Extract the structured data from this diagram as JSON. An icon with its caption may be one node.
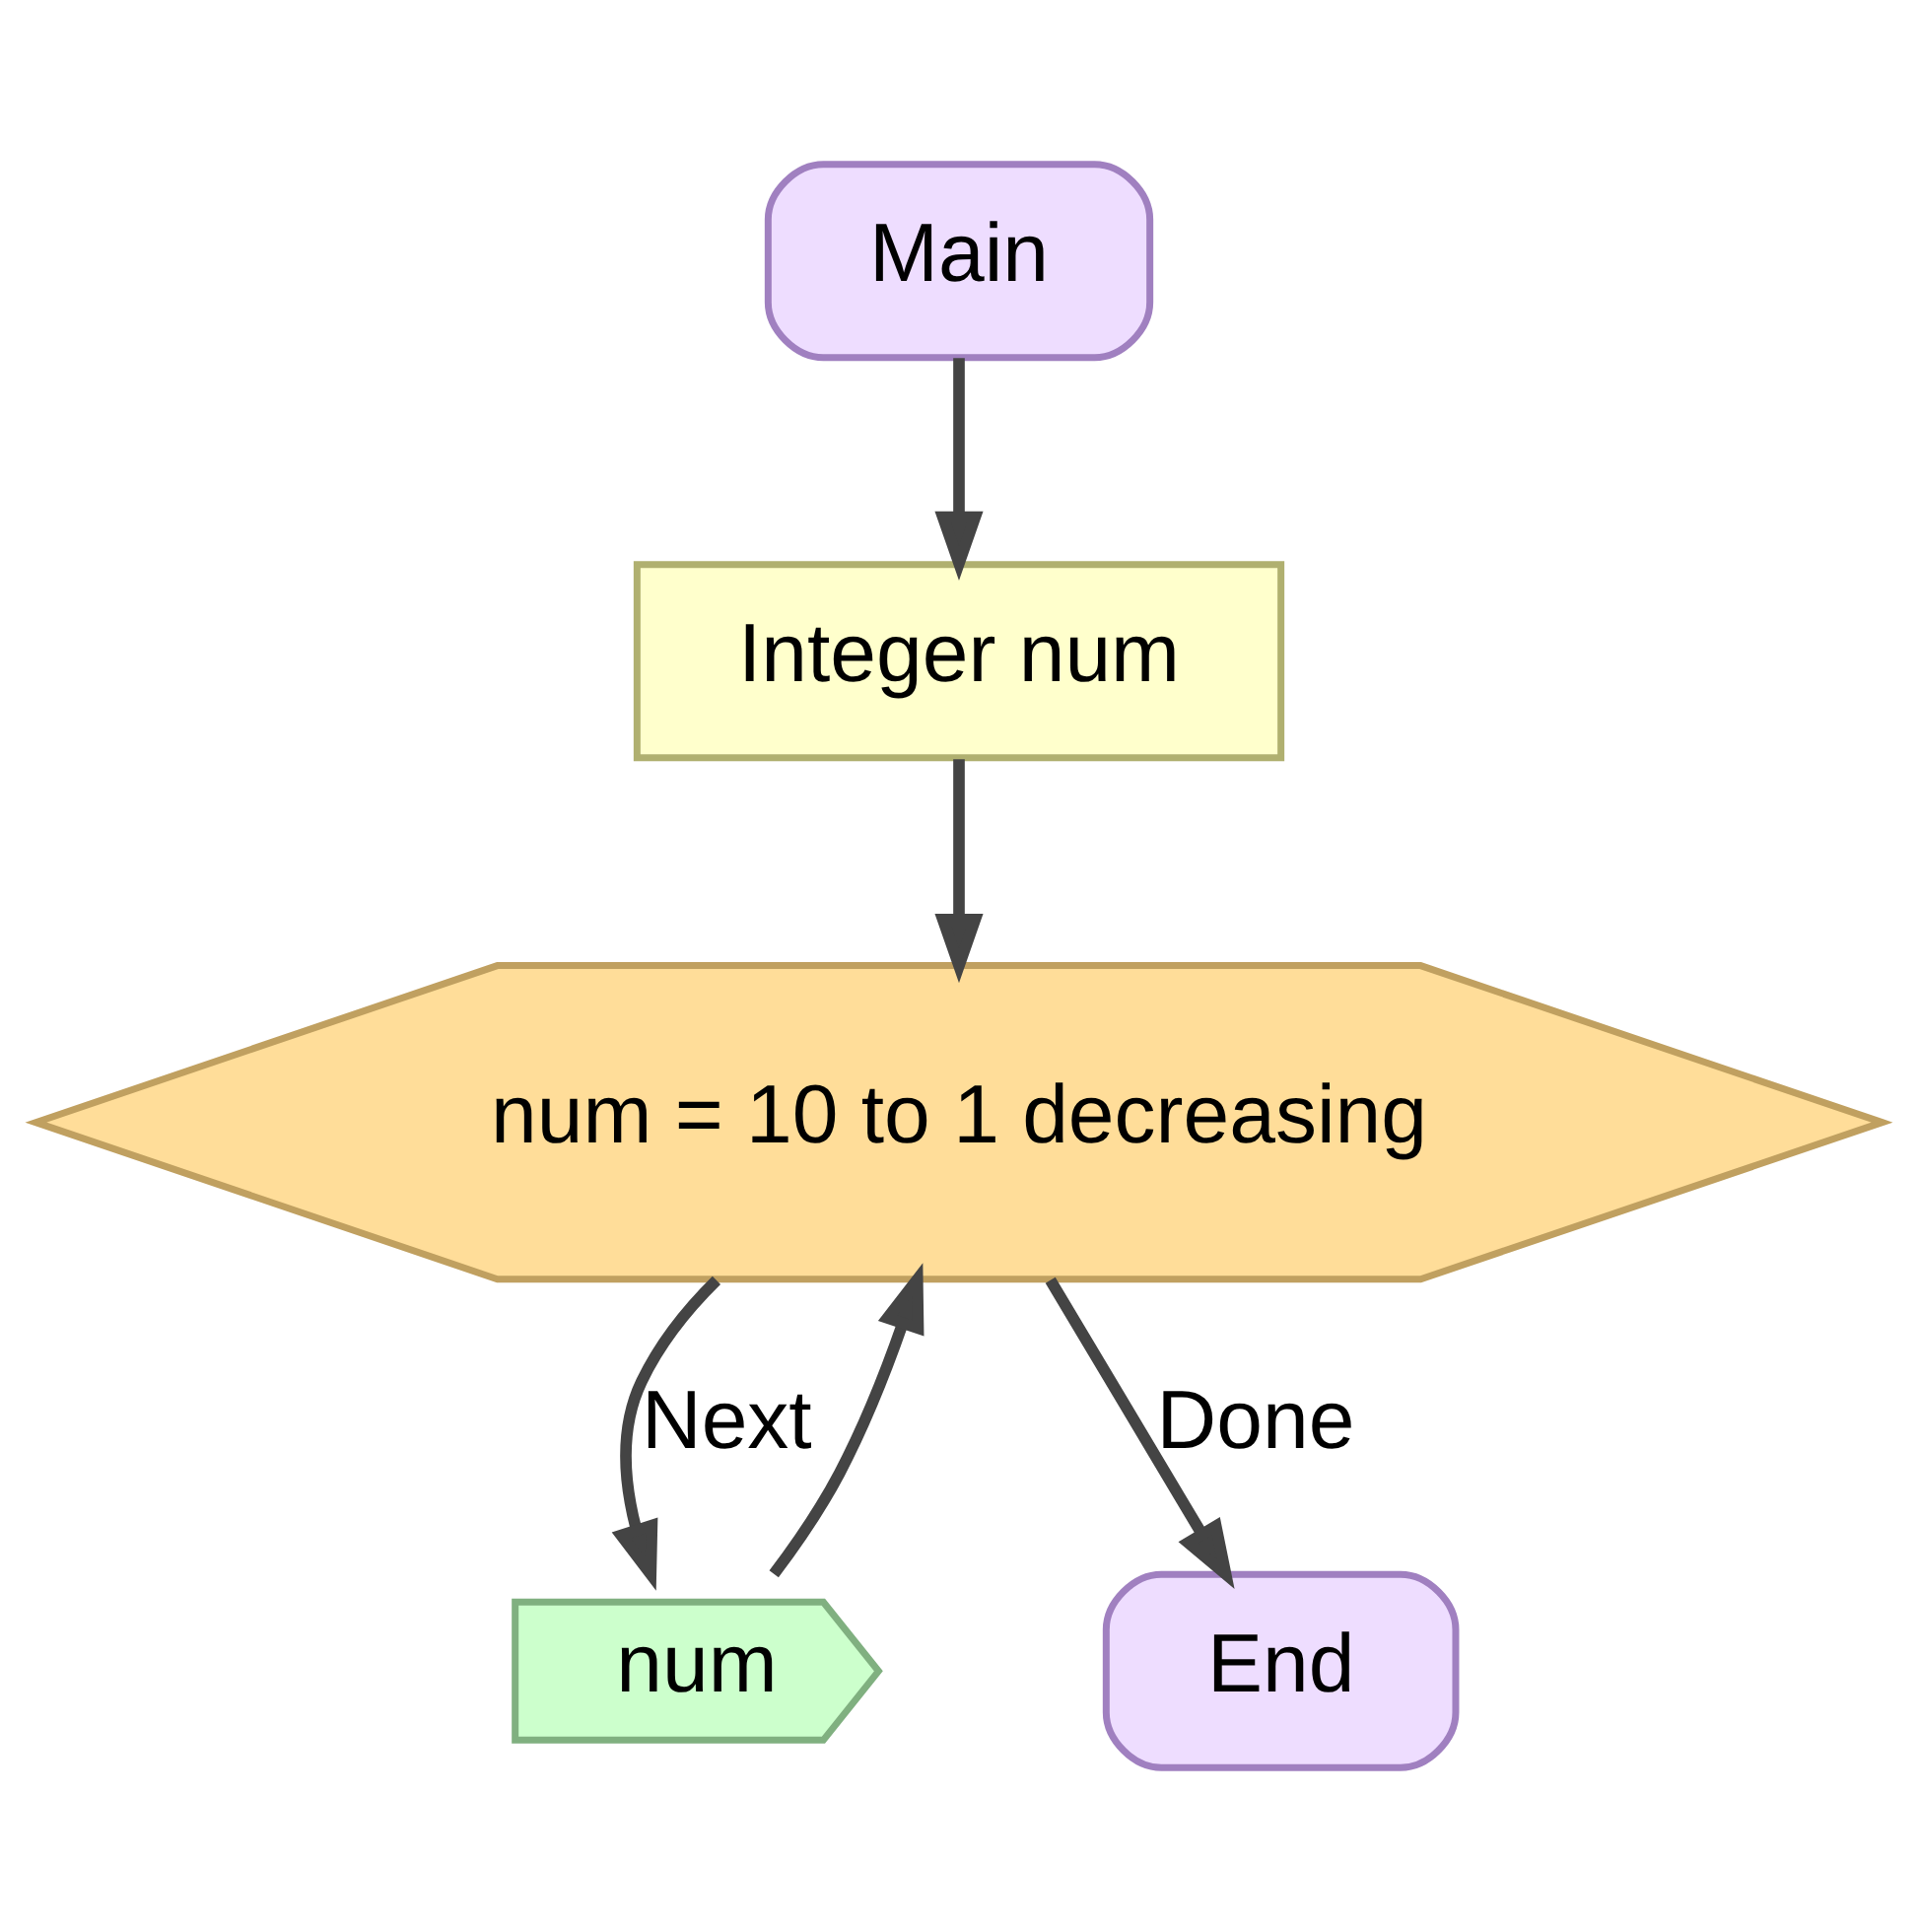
{
  "diagram": {
    "nodes": [
      {
        "text": [
          "Main"
        ]
      },
      {
        "text": [
          "Integer num"
        ]
      },
      {
        "text": [
          "num = 10 to 1 decreasing"
        ]
      },
      {
        "text": [
          "num"
        ]
      },
      {
        "text": [
          "End"
        ]
      }
    ],
    "edges": [
      {
        "from": 0,
        "to": 1,
        "arrow": "to"
      },
      {
        "from": 1,
        "to": 2,
        "arrow": "to"
      },
      {
        "from": 2,
        "to": 3,
        "arrow": "to",
        "label": "Next"
      },
      {
        "from": 3,
        "to": 2,
        "arrow": "to"
      },
      {
        "from": 2,
        "to": 4,
        "arrow": "to",
        "label": "Done"
      }
    ]
  }
}
